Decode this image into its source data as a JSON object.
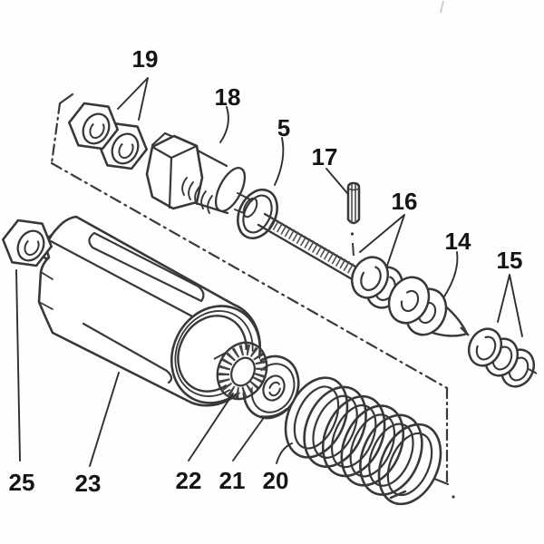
{
  "diagram": {
    "kind": "exploded-parts-diagram",
    "background_color": "#fefefe",
    "line_color": "#383838",
    "label_color": "#151515",
    "part_labels": [
      {
        "text": "19"
      },
      {
        "text": "18"
      },
      {
        "text": "5"
      },
      {
        "text": "17"
      },
      {
        "text": "16"
      },
      {
        "text": "14"
      },
      {
        "text": "15"
      },
      {
        "text": "25"
      },
      {
        "text": "23"
      },
      {
        "text": "22"
      },
      {
        "text": "21"
      },
      {
        "text": "20"
      }
    ]
  }
}
